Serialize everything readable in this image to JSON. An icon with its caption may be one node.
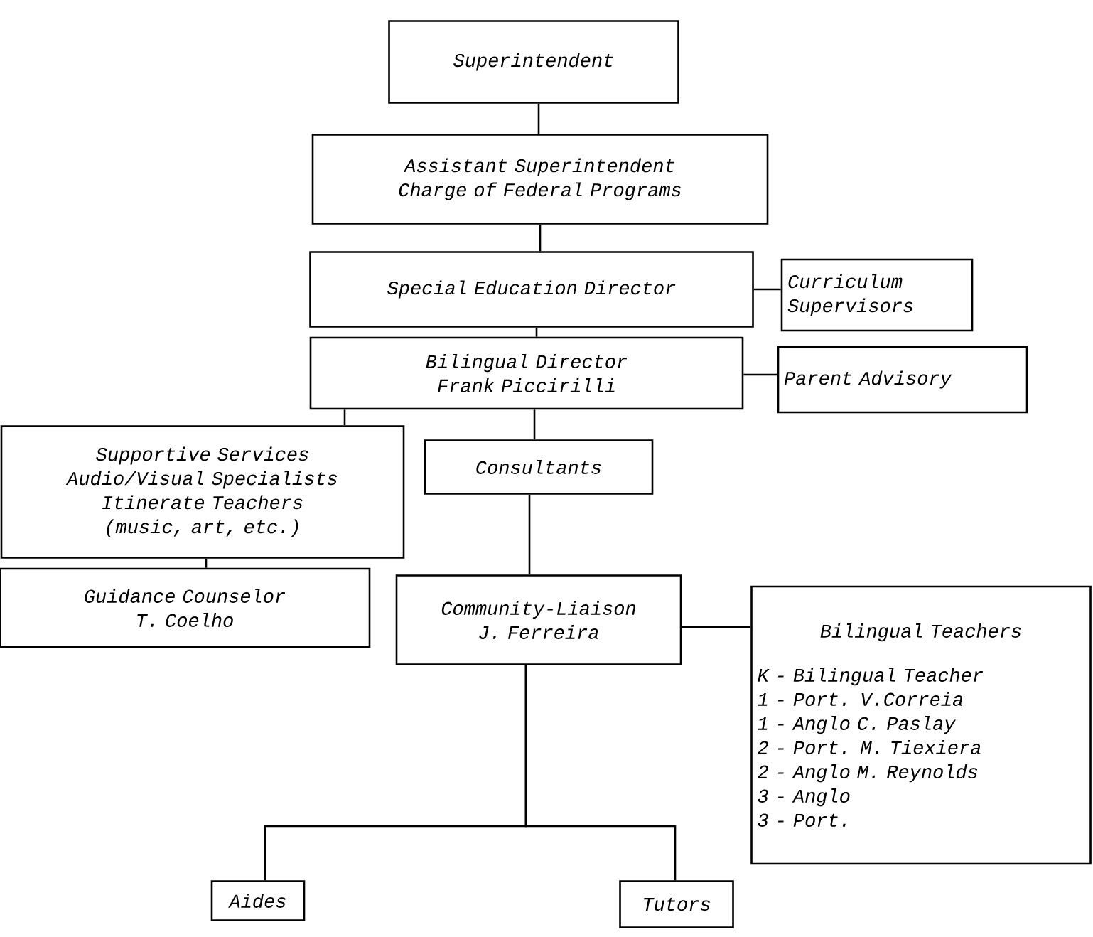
{
  "diagram": {
    "nodes": [
      {
        "text": [
          "Superintendent"
        ]
      },
      {
        "text": [
          "Assistant Superintendent Charge of Federal Programs"
        ]
      },
      {
        "text": [
          "Special Education Director"
        ]
      },
      {
        "text": [
          "Curriculum Supervisors"
        ]
      },
      {
        "text": [
          "Bilingual Director",
          "Frank Piccirilli"
        ]
      },
      {
        "text": [
          "Parent Advisory"
        ]
      },
      {
        "text": [
          "Supportive Services",
          "Audio/Visual Specialists",
          "Itinerate Teachers (music, art, etc.)"
        ]
      },
      {
        "text": [
          "Consultants"
        ]
      },
      {
        "text": [
          "Guidance Counselor",
          "T. Coelho"
        ]
      },
      {
        "text": [
          "Community-Liaison",
          "J. Ferreira"
        ]
      },
      {
        "text": [
          "Bilingual Teachers",
          "K - Bilingual Teacher",
          "1 - Port. V.Correia",
          "1 - Anglo C. Paslay",
          "2 - Port. M. Tiexiera",
          "2 - Anglo M. Reynolds",
          "3 - Anglo",
          "3 - Port."
        ]
      },
      {
        "text": [
          "Aides"
        ]
      },
      {
        "text": [
          "Tutors"
        ]
      }
    ],
    "edges": [
      {
        "from": 0,
        "to": 1,
        "arrow": "none"
      },
      {
        "from": 1,
        "to": 2,
        "arrow": "none"
      },
      {
        "from": 2,
        "to": 3,
        "arrow": "none"
      },
      {
        "from": 2,
        "to": 4,
        "arrow": "none"
      },
      {
        "from": 4,
        "to": 5,
        "arrow": "none"
      },
      {
        "from": 4,
        "to": 6,
        "arrow": "none"
      },
      {
        "from": 4,
        "to": 7,
        "arrow": "none"
      },
      {
        "from": 6,
        "to": 8,
        "arrow": "none"
      },
      {
        "from": 7,
        "to": 9,
        "arrow": "none"
      },
      {
        "from": 9,
        "to": 10,
        "arrow": "none"
      },
      {
        "from": 9,
        "to": 11,
        "arrow": "none"
      },
      {
        "from": 9,
        "to": 12,
        "arrow": "none"
      }
    ]
  }
}
